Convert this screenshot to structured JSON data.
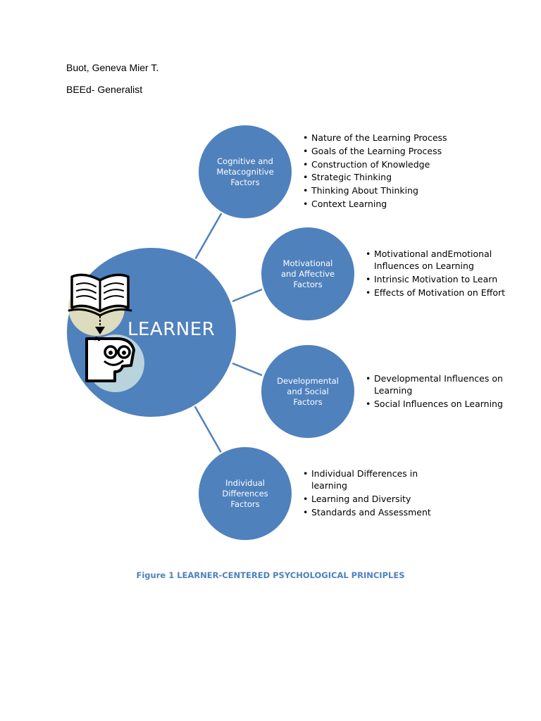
{
  "header": {
    "name": "Buot, Geneva Mier T.",
    "course": "BEEd- Generalist"
  },
  "diagram": {
    "center_label": "LEARNER",
    "colors": {
      "circle_fill": "#4f81bd",
      "circle_stroke": "#ffffff",
      "connector": "#4f81bd",
      "clipart_bg_1": "#dedcbe",
      "clipart_bg_2": "#b8d3dc",
      "caption": "#4f81bd"
    },
    "icons": [
      "open-book-icon",
      "down-arrow-icon",
      "thinking-head-icon"
    ],
    "factors": [
      {
        "label": "Cognitive and\nMetacognitive\nFactors",
        "items": [
          "Nature of the Learning Process",
          "Goals of the Learning Process",
          "Construction of Knowledge",
          "Strategic Thinking",
          "Thinking About Thinking",
          "Context Learning"
        ]
      },
      {
        "label": "Motivational\nand Affective\nFactors",
        "items": [
          "Motivational andEmotional Influences on Learning",
          "Intrinsic Motivation to Learn",
          "Effects of Motivation on Effort"
        ]
      },
      {
        "label": "Developmental\nand Social\nFactors",
        "items": [
          "Developmental Influences on Learning",
          "Social Influences on Learning"
        ]
      },
      {
        "label": "Individual\nDifferences\nFactors",
        "items": [
          "Individual Differences in learning",
          "Learning and Diversity",
          "Standards and Assessment"
        ]
      }
    ]
  },
  "caption": "Figure 1 LEARNER-CENTERED PSYCHOLOGICAL PRINCIPLES"
}
